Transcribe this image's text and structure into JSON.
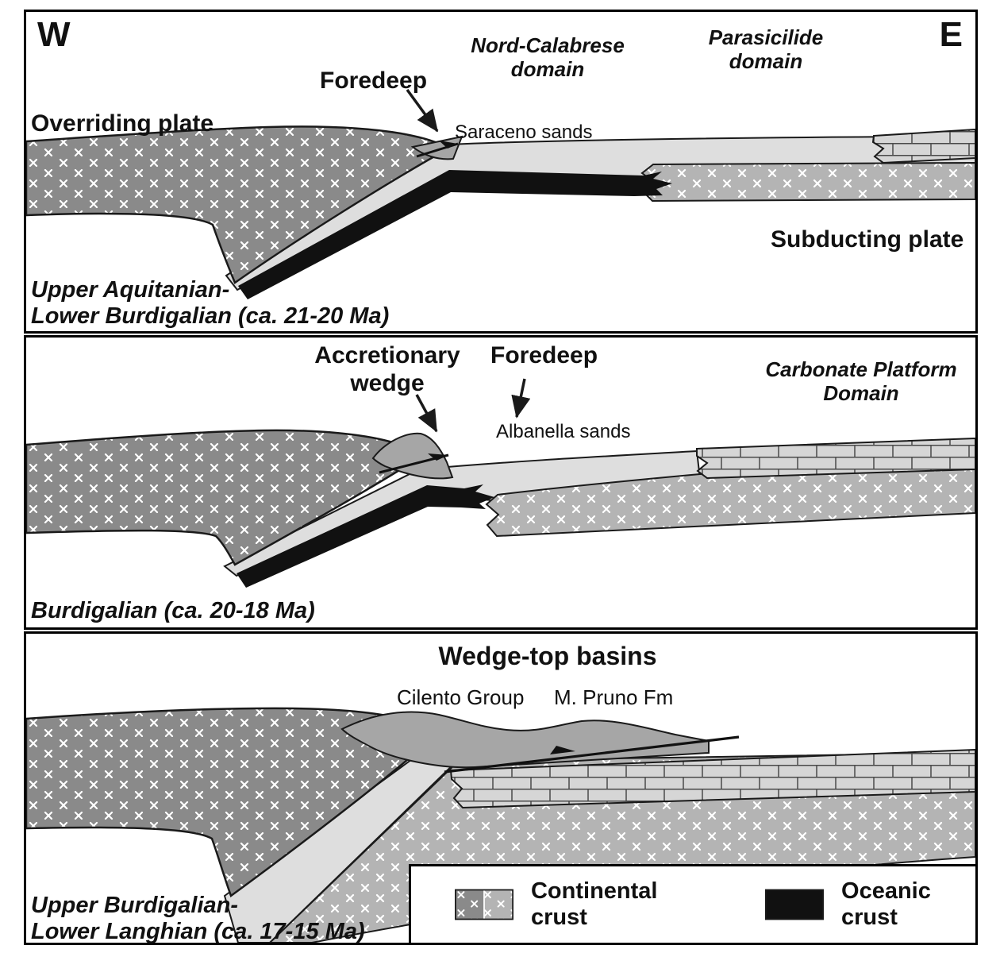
{
  "compass": {
    "west": "W",
    "east": "E"
  },
  "panel1": {
    "overriding_plate": "Overriding plate",
    "foredeep": "Foredeep",
    "saraceno_sands": "Saraceno sands",
    "nord_calabrese": {
      "line1": "Nord-Calabrese",
      "line2": "domain"
    },
    "parasicilide": {
      "line1": "Parasicilide",
      "line2": "domain"
    },
    "subducting_plate": "Subducting plate",
    "age": {
      "line1": "Upper Aquitanian-",
      "line2": "Lower Burdigalian (ca. 21-20 Ma)"
    }
  },
  "panel2": {
    "accretionary_wedge": {
      "line1": "Accretionary",
      "line2": "wedge"
    },
    "foredeep": "Foredeep",
    "albanella_sands": "Albanella sands",
    "carbonate_platform": {
      "line1": "Carbonate Platform",
      "line2": "Domain"
    },
    "age": "Burdigalian (ca. 20-18 Ma)"
  },
  "panel3": {
    "wedge_top_basins": "Wedge-top basins",
    "cilento_group": "Cilento Group",
    "pruno_fm": "M. Pruno Fm",
    "age": {
      "line1": "Upper Burdigalian-",
      "line2": "Lower Langhian (ca. 17-15 Ma)"
    }
  },
  "legend": {
    "continental": "Continental crust",
    "oceanic": "Oceanic crust"
  },
  "colors": {
    "continental_dark": "#8a8a8a",
    "continental_mid": "#b4b4b4",
    "sediment_light": "#dedede",
    "wedge_gray": "#a6a6a6",
    "oceanic_black": "#111111",
    "carbonate_gray": "#d6d6d6",
    "ink": "#1a1a1a"
  }
}
